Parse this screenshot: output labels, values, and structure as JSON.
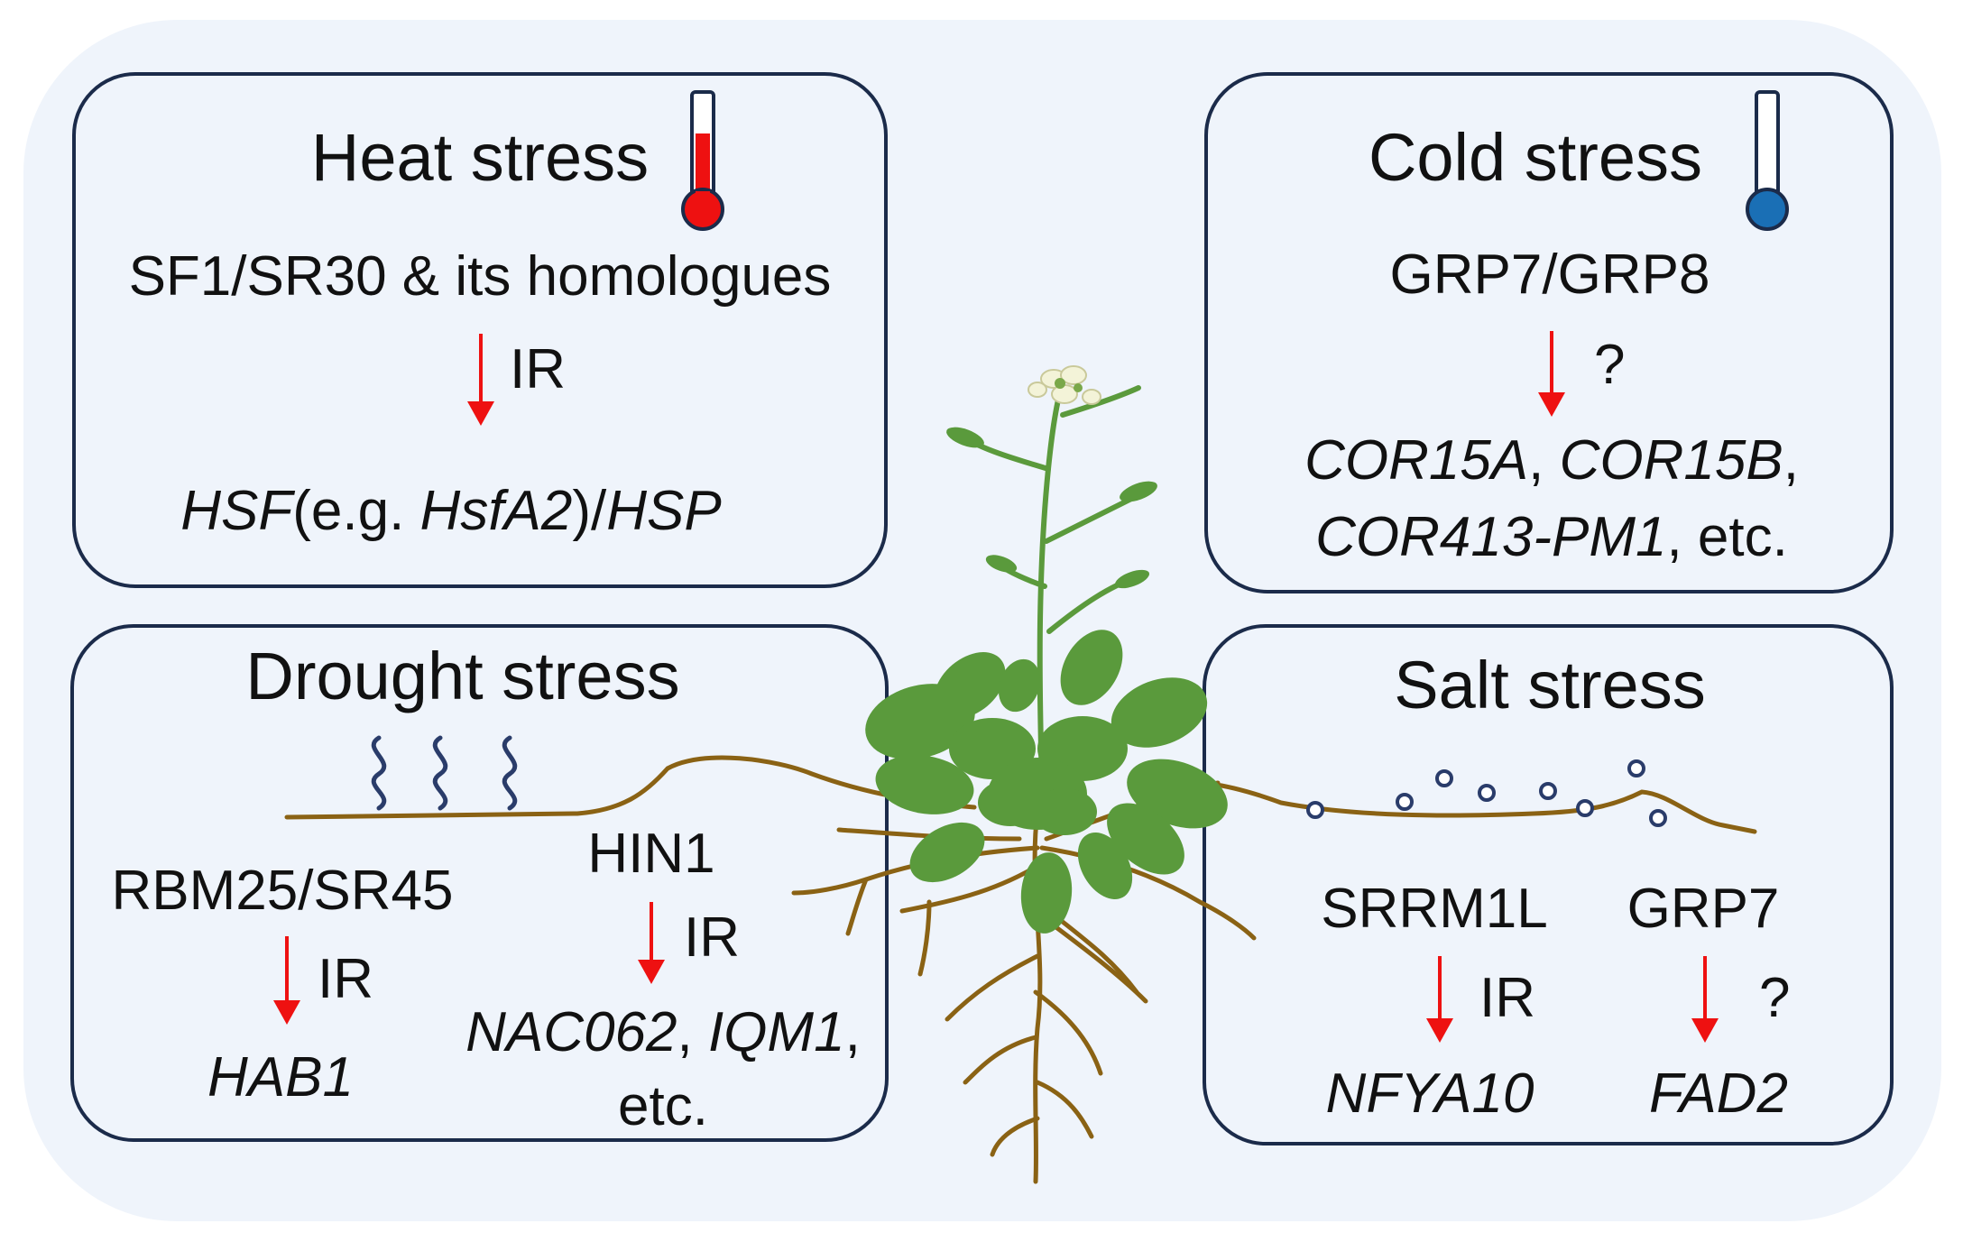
{
  "colors": {
    "background_panel": "#eff4fb",
    "box_border": "#1b2b4a",
    "arrow": "#ee1111",
    "soil_line": "#8a6214",
    "root": "#8a6214",
    "leaf": "#5a9a3c",
    "stem": "#5b9a3c",
    "thermo_hot": "#ee1111",
    "thermo_cold": "#1a6fb5",
    "drought_wave": "#2a3c6a",
    "salt_particle": "#2a3c6a"
  },
  "heat": {
    "title": "Heat stress",
    "regulator": "SF1/SR30 & its homologues",
    "event": "IR",
    "target_hsf": "HSF",
    "target_eg": "(e.g. ",
    "target_hsfa2": "HsfA2",
    "target_close": ")/",
    "target_hsp": "HSP"
  },
  "cold": {
    "title": "Cold stress",
    "regulator": "GRP7/GRP8",
    "event": "?",
    "t1": "COR15A",
    "sep1": ", ",
    "t2": "COR15B",
    "sep2": ",",
    "t3": "COR413-PM1",
    "etc": ", etc."
  },
  "drought": {
    "title": "Drought stress",
    "left_regulator": "RBM25/SR45",
    "left_event": "IR",
    "left_target": "HAB1",
    "right_regulator": "HIN1",
    "right_event": "IR",
    "right_t1": "NAC062",
    "right_sep": ", ",
    "right_t2": "IQM1",
    "right_comma": ",",
    "right_etc": "etc."
  },
  "salt": {
    "title": "Salt stress",
    "left_regulator": "SRRM1L",
    "left_event": "IR",
    "left_target": "NFYA10",
    "right_regulator": "GRP7",
    "right_event": "?",
    "right_target": "FAD2"
  },
  "icons": [
    "thermometer-hot-icon",
    "thermometer-cold-icon",
    "evaporation-wave-icon",
    "salt-particle-icon",
    "arabidopsis-plant-icon"
  ]
}
